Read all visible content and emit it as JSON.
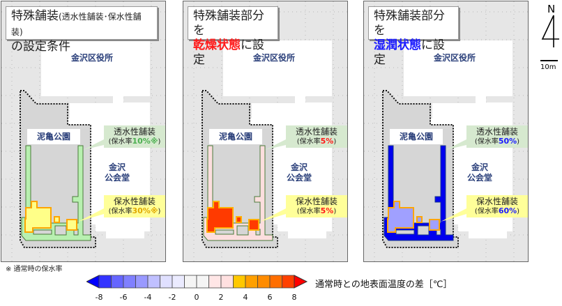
{
  "panels": [
    {
      "title_main": "特殊舗装",
      "title_sub": "(透水性舗装･保水性舗装)",
      "title_line2": "の設定条件",
      "permeable": {
        "name": "透水性舗装",
        "prefix": "(保水率",
        "value": "10%※",
        "suffix": ")",
        "value_color": "#4caf50"
      },
      "retentive": {
        "name": "保水性舗装",
        "prefix": "(保水率",
        "value": "30%※",
        "suffix": ")",
        "value_color": "#e0a800"
      },
      "colors": {
        "strip": "#b8f0b0",
        "strip_edge": "#4a7a3a",
        "ret": "#ffff88",
        "ret_edge": "#ffa500"
      }
    },
    {
      "title_line1": "特殊舗装部分を",
      "title_state": "乾燥状態",
      "title_suffix": "に設定",
      "state_color": "#ff1a1a",
      "permeable": {
        "name": "透水性舗装",
        "prefix": "(保水率",
        "value": "5%",
        "suffix": ")",
        "value_color": "#ff1a1a"
      },
      "retentive": {
        "name": "保水性舗装",
        "prefix": "(保水率",
        "value": "5%",
        "suffix": ")",
        "value_color": "#ff1a1a"
      },
      "colors": {
        "strip": "#fcdede",
        "strip_edge": "#4a7a3a",
        "ret": "#ff3a00",
        "ret_edge": "#ffb000"
      }
    },
    {
      "title_line1": "特殊舗装部分を",
      "title_state": "湿潤状態",
      "title_suffix": "に設定",
      "state_color": "#1a1aff",
      "permeable": {
        "name": "透水性舗装",
        "prefix": "(保水率",
        "value": "50%",
        "suffix": ")",
        "value_color": "#1a1aff"
      },
      "retentive": {
        "name": "保水性舗装",
        "prefix": "(保水率",
        "value": "60%",
        "suffix": ")",
        "value_color": "#1a1aff"
      },
      "colors": {
        "strip": "#0000ee",
        "strip_edge": "#1a3a8a",
        "ret": "#a0a0ff",
        "ret_edge": "#ffa500"
      }
    }
  ],
  "labels": {
    "office": "金沢区役所",
    "park": "泥亀公園",
    "hall_1": "金沢",
    "hall_2": "公会堂"
  },
  "north": {
    "letter": "N",
    "scale": "10m"
  },
  "footnote": "※  通常時の保水率",
  "legend": {
    "title": "通常時との地表面温度の差［℃］",
    "ticks": [
      "-8",
      "-6",
      "-4",
      "-2",
      "0",
      "2",
      "4",
      "6",
      "8"
    ],
    "under_color": "#0000ff",
    "over_color": "#ff0000",
    "colors": [
      "#3333ff",
      "#6666ff",
      "#8080ff",
      "#9999ff",
      "#c0c0ff",
      "#e0e0ff",
      "#ebebff",
      "#f5f5f5",
      "#f5f5f5",
      "#ffe6e6",
      "#ffe0e0",
      "#ffc800",
      "#ffa000",
      "#ff8c00",
      "#ff6e00",
      "#ff4000"
    ]
  }
}
